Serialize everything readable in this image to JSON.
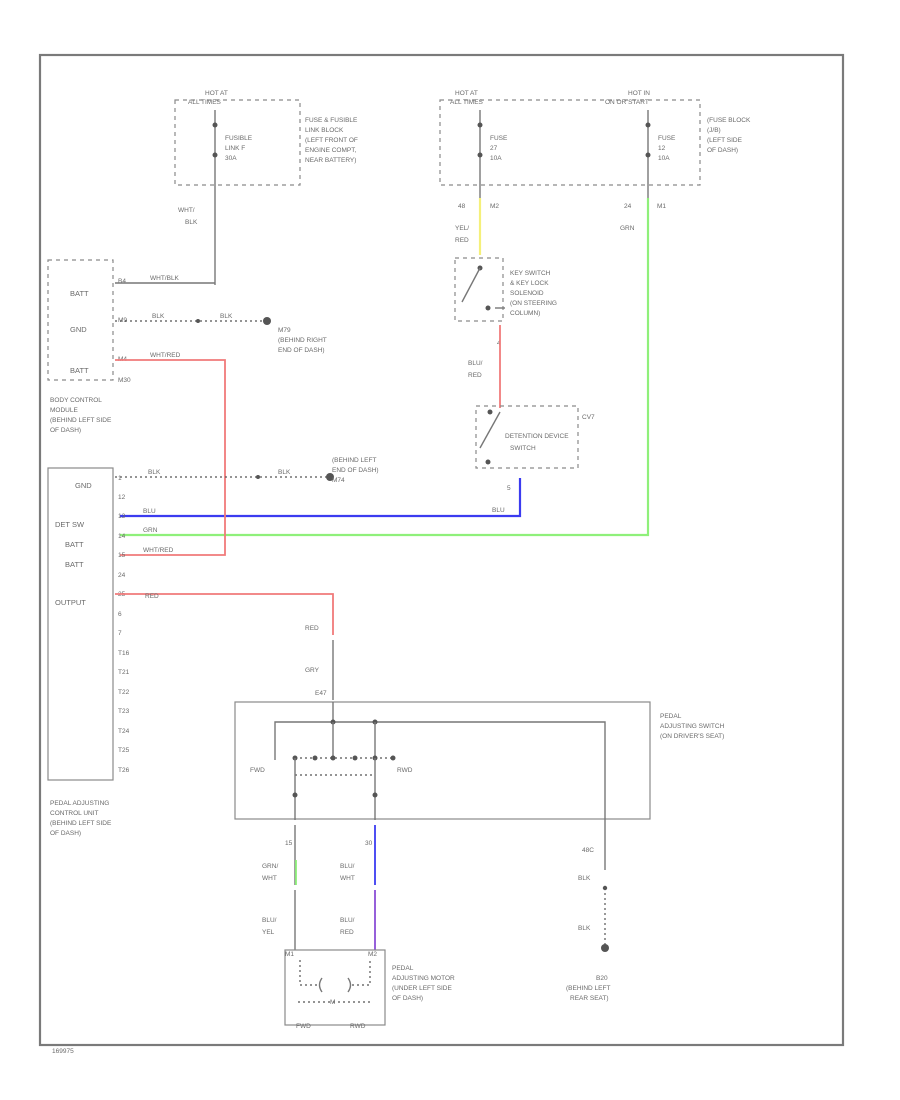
{
  "diagram_id": "169975",
  "power": {
    "hot_at_all_times_1": {
      "line1": "HOT AT",
      "line2": "ALL TIMES"
    },
    "fusible_link": {
      "line1": "FUSIBLE",
      "line2": "LINK F",
      "line3": "30A"
    },
    "fusible_link_note": [
      "FUSE & FUSIBLE",
      "LINK BLOCK",
      "(LEFT FRONT OF",
      "ENGINE COMPT,",
      "NEAR BATTERY)"
    ],
    "hot_at_all_times_2": {
      "line1": "HOT AT",
      "line2": "ALL TIMES"
    },
    "fuse_27": {
      "line1": "FUSE",
      "line2": "27",
      "line3": "10A"
    },
    "hot_in_on": {
      "line1": "HOT IN",
      "line2": "ON OR START"
    },
    "fuse_12": {
      "line1": "FUSE",
      "line2": "12",
      "line3": "10A"
    },
    "fuse_block_note": [
      "(FUSE BLOCK",
      "(J/B)",
      "(LEFT SIDE",
      "OF DASH)"
    ]
  },
  "wires": {
    "wht_blk": [
      "WHT/",
      "BLK"
    ],
    "wht_blk_inline": "WHT/BLK",
    "pin_48": "48",
    "pin_m2": "M2",
    "yel_red": [
      "YEL/",
      "RED"
    ],
    "pin_24": "24",
    "pin_m1": "M1",
    "grn": "GRN",
    "blu_red": [
      "BLU/",
      "RED"
    ],
    "pin_4": "4",
    "pin_5": "5",
    "blu": "BLU",
    "blk": "BLK",
    "wht_red": "WHT/RED",
    "red": "RED",
    "gry": "GRY",
    "pin_e47": "E47",
    "pin_m": "M",
    "pin_15": "15",
    "pin_30": "30",
    "grn_wht": [
      "GRN/",
      "WHT"
    ],
    "blu_wht": [
      "BLU/",
      "WHT"
    ],
    "blu_yel": [
      "BLU/",
      "YEL"
    ],
    "blu_red_2": [
      "BLU/",
      "RED"
    ],
    "pin_m1b": "M1",
    "pin_m2b": "M2",
    "blk_1": "BLK",
    "blk_2": "BLK",
    "pin_48c": "48C"
  },
  "bcm": {
    "pins": [
      "BATT",
      "GND",
      "BATT"
    ],
    "conn_pins": [
      "B4",
      "M9",
      "M4"
    ],
    "conn_bot": "M30",
    "label": [
      "BODY CONTROL",
      "MODULE",
      "(BEHIND LEFT SIDE",
      "OF DASH)"
    ]
  },
  "ground_m79": {
    "id": "M79",
    "note": [
      "(BEHIND RIGHT",
      "END OF DASH)"
    ]
  },
  "ground_m74": {
    "id": "M74",
    "note": [
      "(BEHIND LEFT",
      "END OF DASH)"
    ]
  },
  "key_switch": [
    "KEY SWITCH",
    "& KEY LOCK",
    "SOLENOID",
    "(ON STEERING",
    "COLUMN)"
  ],
  "detention_switch": {
    "corner": "CV7",
    "label": [
      "DETENTION DEVICE",
      "SWITCH"
    ]
  },
  "pedal_unit": {
    "pins": [
      "GND",
      "DET SW",
      "BATT",
      "BATT",
      "",
      "OUTPUT"
    ],
    "conn_pins": [
      "1",
      "12",
      "13",
      "14",
      "15",
      "24",
      "25",
      "6",
      "7",
      "T16",
      "T21",
      "T22",
      "T23",
      "T24",
      "T25",
      "T26"
    ],
    "label": [
      "PEDAL ADJUSTING",
      "CONTROL UNIT",
      "(BEHIND LEFT SIDE",
      "OF DASH)"
    ]
  },
  "pedal_switch": {
    "fwd": "FWD",
    "rwd": "RWD",
    "label": [
      "PEDAL",
      "ADJUSTING SWITCH",
      "(ON DRIVER'S SEAT)"
    ]
  },
  "pedal_motor": {
    "fwd": "FWD",
    "rwd": "RWD",
    "m": "M",
    "label": [
      "PEDAL",
      "ADJUSTING MOTOR",
      "(UNDER LEFT SIDE",
      "OF DASH)"
    ]
  },
  "ground_b20": {
    "id": "B20",
    "note": [
      "(BEHIND LEFT",
      "REAR SEAT)"
    ]
  },
  "colors": {
    "yellow": "#f5f07a",
    "green": "#8ff07a",
    "blue": "#3b3bf0",
    "red": "#f07a7a",
    "purple": "#8a4fd6"
  }
}
